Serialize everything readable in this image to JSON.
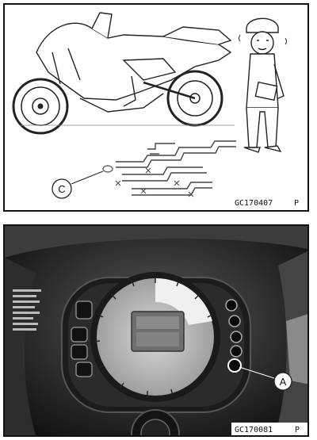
{
  "figure_top": {
    "callout_label": "C",
    "code": "GC170407",
    "suffix": "P"
  },
  "figure_bottom": {
    "callout_label": "A",
    "code": "GC170081",
    "suffix": "P"
  }
}
